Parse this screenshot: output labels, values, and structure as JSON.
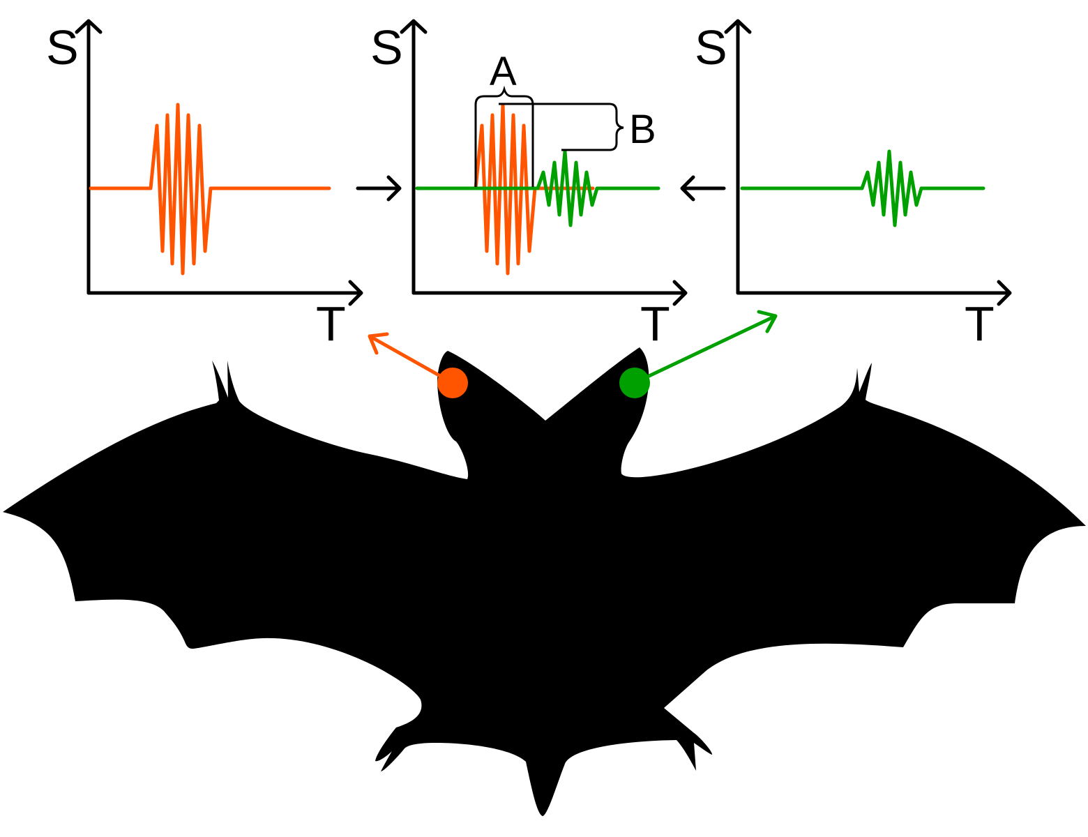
{
  "colors": {
    "emitted": "#FF5500",
    "echo": "#00A000",
    "axes": "#000000",
    "bat": "#000000"
  },
  "panels": [
    {
      "id": "emitted",
      "y_label": "S",
      "x_label": "T"
    },
    {
      "id": "comparison",
      "y_label": "S",
      "x_label": "T"
    },
    {
      "id": "echo",
      "y_label": "S",
      "x_label": "T"
    }
  ],
  "annotations": {
    "delay_label": "A",
    "amplitude_label": "B"
  },
  "icons": [
    "arrow-right-icon",
    "arrow-left-icon",
    "bat-silhouette",
    "left-ear-dot",
    "right-ear-dot"
  ]
}
